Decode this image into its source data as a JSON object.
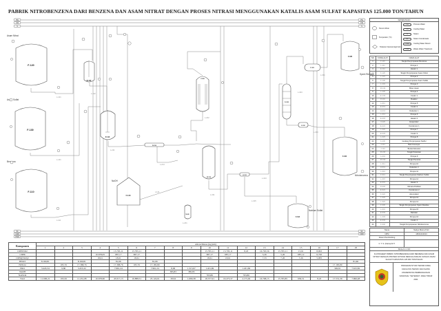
{
  "title": "PABRIK NITROBENZENA DARI BENZENA DAN ASAM NITRAT DENGAN PROSES NITRASI MENGGUNAKAN KATALIS ASAM SULFAT KAPASITAS 125.000 TON/TAHUN",
  "utilities": {
    "top": [
      "PW",
      "CW",
      "S"
    ],
    "bottom": [
      "SC",
      "CWR",
      "PWR"
    ]
  },
  "diagram": {
    "equipment": {
      "f120": "F-120",
      "f130": "F-130",
      "f110": "F-110",
      "m130": "M-130",
      "r110": "R-110",
      "f140": "F-140",
      "r210": "R-210",
      "t220": "V-220",
      "m310": "M-310",
      "h312": "H-312",
      "d320": "D-320",
      "f322": "F-322",
      "f344": "F-340",
      "f330": "F-330",
      "f314": "F-314",
      "e332": "E-332",
      "m240": "M-240"
    },
    "stream_labels": {
      "benzena": "Benzena",
      "asam_nitrat": "Asam Nitrat",
      "asam_sulfat": "Asam Sulfat",
      "naoh": "NaOH",
      "spent_residue": "Spent Residue",
      "natrium_sulfat": "Natrium Sulfat",
      "nitrobenzena": "Nitrobenzena"
    },
    "pumps": [
      "L-121",
      "L-131",
      "L-111",
      "L-132",
      "L-211",
      "L-214",
      "L-222",
      "L-241",
      "L-311",
      "L-313",
      "L-315",
      "L-323",
      "L-331",
      "L-333"
    ],
    "conveyor": "J-141"
  },
  "legend": {
    "title": "KETERANGAN",
    "symbols": [
      {
        "label": "Nomor Aliran",
        "icon": "circle"
      },
      {
        "label": "Temperatur (°C)",
        "icon": "square"
      },
      {
        "label": "Tekanan Operasi (kg/cm2)",
        "icon": "diamond"
      }
    ],
    "utilities": [
      {
        "code": "PW",
        "label": "Process Water"
      },
      {
        "code": "CW",
        "label": "Cooling Water"
      },
      {
        "code": "S",
        "label": "Steam"
      },
      {
        "code": "SC",
        "label": "Steam Condensate"
      },
      {
        "code": "CWR",
        "label": "Cooling Water Return"
      },
      {
        "code": "PWR",
        "label": "Waste Water Treatment"
      }
    ]
  },
  "equipment_list": {
    "headers": [
      "NO",
      "KODE ALAT",
      "NAMA ALAT"
    ],
    "rows": [
      [
        "1",
        "F-110",
        "Tangki Penyimpanan Benzena"
      ],
      [
        "2",
        "L-111",
        "Pompa 1"
      ],
      [
        "3",
        "E-112",
        "Heater 1"
      ],
      [
        "4",
        "F-120",
        "Tangki Penyimpanan Asam Nitrat"
      ],
      [
        "5",
        "L-121",
        "Pompa 2"
      ],
      [
        "6",
        "F-130",
        "Tangki Penyimpanan Asam Sulfat"
      ],
      [
        "7",
        "L-131",
        "Pompa 3"
      ],
      [
        "8",
        "M-130",
        "Mixer Asam"
      ],
      [
        "9",
        "L-132",
        "Pompa 4"
      ],
      [
        "10",
        "E-133",
        "Cooler 1"
      ],
      [
        "11",
        "R-110",
        "Reaktor"
      ],
      [
        "12",
        "L-211",
        "Pompa 5"
      ],
      [
        "13",
        "E-212",
        "Cooler 2"
      ],
      [
        "14",
        "H-213",
        "Dekanter 1"
      ],
      [
        "15",
        "L-214",
        "Pompa 6"
      ],
      [
        "16",
        "E-215",
        "Heater 2"
      ],
      [
        "17",
        "V-220",
        "Evaporator"
      ],
      [
        "18",
        "E-221",
        "Kondensor 1"
      ],
      [
        "19",
        "L-222",
        "Pompa 7"
      ],
      [
        "20",
        "E-223",
        "Cooler 3"
      ],
      [
        "21",
        "L-224",
        "Pompa 8"
      ],
      [
        "22",
        "F-230",
        "Gudang Penyimpanan NaOH"
      ],
      [
        "23",
        "J-141",
        "Belt Conveyor"
      ],
      [
        "24",
        "J-142",
        "Bucket Elevator"
      ],
      [
        "25",
        "M-240",
        "Tangki Pelarutan"
      ],
      [
        "26",
        "L-241",
        "Pompa 9"
      ],
      [
        "27",
        "M-310",
        "Tangki Penetral"
      ],
      [
        "28",
        "L-311",
        "Pompa 10"
      ],
      [
        "29",
        "H-312",
        "Dekanter 2"
      ],
      [
        "30",
        "L-313",
        "Pompa 11"
      ],
      [
        "31",
        "F-314",
        "Tangki Penyimpanan Natrium Sulfat"
      ],
      [
        "32",
        "L-315",
        "Pompa 12"
      ],
      [
        "33",
        "E-316",
        "Heater 3"
      ],
      [
        "34",
        "D-320",
        "Menara Distilasi"
      ],
      [
        "35",
        "E-321",
        "Kondensor 2"
      ],
      [
        "36",
        "F-322",
        "Akumulator"
      ],
      [
        "37",
        "L-323",
        "Pompa 13"
      ],
      [
        "38",
        "L-324",
        "Pompa 14"
      ],
      [
        "39",
        "F-330",
        "Tangki Penyimpanan Spent Residue"
      ],
      [
        "40",
        "L-331",
        "Pompa 15"
      ],
      [
        "41",
        "E-332",
        "Reboiler"
      ],
      [
        "42",
        "L-333",
        "Pompa 16"
      ],
      [
        "43",
        "E-334",
        "Cooler 4"
      ],
      [
        "44",
        "F-340",
        "Tangki Penyimpanan Nitrobenzena"
      ]
    ]
  },
  "title_block": {
    "name_label": "Nama",
    "name": "Nadya Riama Putri",
    "npm_label": "NPM",
    "npm": "18031010013",
    "advisor_label": "Dosen Pembimbing",
    "advisor": "Ir. T. S. (Nama) M.T.",
    "scale": "SKALA 1:1  NO",
    "description": "FLOWSHEET PABRIK NITROBENZENA DARI BENZENA DAN ASAM NITRAT DENGAN PROSES NITRASI MENGGUNAKAN KATALIS ASAM SULFAT KAPASITAS 125.000 TON/TAHUN",
    "institution": [
      "PROGRAM STUDI TEKNIK KIMIA",
      "FAKULTAS TEKNIK DAN SAINS",
      "UNIVERSITAS PEMBANGUNAN",
      "NASIONAL \"VETERAN\" JAWA TIMUR",
      "2021"
    ]
  },
  "mass_balance": {
    "component_header": "Komponen",
    "flow_header": "Aliran/Massa (kg/jam)",
    "streams": [
      "1",
      "2",
      "3",
      "4",
      "5",
      "6",
      "7",
      "8",
      "9",
      "10",
      "11",
      "12",
      "13",
      "14",
      "15",
      "16",
      "17",
      "18"
    ],
    "rows": [
      {
        "name": "C6H5NO2",
        "values": [
          "",
          "",
          "",
          "",
          "15.795,11",
          "15.795,11",
          "",
          "",
          "",
          "15.795,11",
          "15.795,11",
          "8,18",
          "16.763,56",
          "15.795,11",
          "15,91",
          "8,093",
          "",
          ""
        ]
      },
      {
        "name": "C6H6",
        "values": [
          "",
          "",
          "",
          "10.678,05",
          "687,17",
          "687,17",
          "",
          "",
          "",
          "687,17",
          "687,17",
          "",
          "5,26",
          "5,26",
          "687,12",
          "6,726",
          "",
          ""
        ]
      },
      {
        "name": "C6H4(NO2)2",
        "values": [
          "",
          "",
          "",
          "18,61",
          "18,61",
          "18,61",
          "",
          "",
          "",
          "18,61",
          "18,61",
          "",
          "7,33",
          "7,26",
          "7,26",
          "5,083",
          "",
          ""
        ]
      },
      {
        "name": "HNO3",
        "values": [
          "8.160,81",
          "",
          "8.160,81",
          "",
          "81,66",
          "",
          "81,66",
          "",
          "",
          "",
          "",
          "",
          "",
          "",
          "",
          "",
          "",
          "81,66"
        ]
      },
      {
        "name": "H2SO4",
        "values": [
          "",
          "185,76",
          "17.388,76",
          "",
          "17.388,76",
          "185,76",
          "17.185,80",
          "",
          "",
          "",
          "",
          "",
          "",
          "",
          "",
          "",
          "17.183,80",
          ""
        ]
      },
      {
        "name": "H2O",
        "values": [
          "3.445,34",
          "9,80",
          "3.455,32",
          "",
          "7.961,24",
          "",
          "7.961,24",
          "8,06",
          "1.315,97",
          "1.431,69",
          "",
          "1.431,69",
          "",
          "",
          "",
          "",
          "349,61",
          "7.615,82"
        ]
      },
      {
        "name": "NaOH",
        "values": [
          "",
          "",
          "",
          "",
          "",
          "",
          "",
          "385,83",
          "385,83",
          "",
          "",
          "",
          "",
          "",
          "",
          "",
          "",
          ""
        ]
      },
      {
        "name": "Na2SO4",
        "values": [
          "",
          "",
          "",
          "",
          "",
          "",
          "",
          "",
          "",
          "763,86",
          "",
          "763,86",
          "",
          "",
          "",
          "",
          "",
          ""
        ]
      },
      {
        "name": "Total",
        "values": [
          "11.606,21",
          "195,56",
          "11.451,08",
          "10.678,60",
          "43.017,13",
          "16.888,51",
          "25.124,61",
          "393,9",
          "1.699,38",
          "18.377,91",
          "16.473,37",
          "2.175,49",
          "16.768,15",
          "15.795,85",
          "636,51",
          "8,22",
          "17.531,39",
          "7.696,48"
        ]
      }
    ]
  }
}
